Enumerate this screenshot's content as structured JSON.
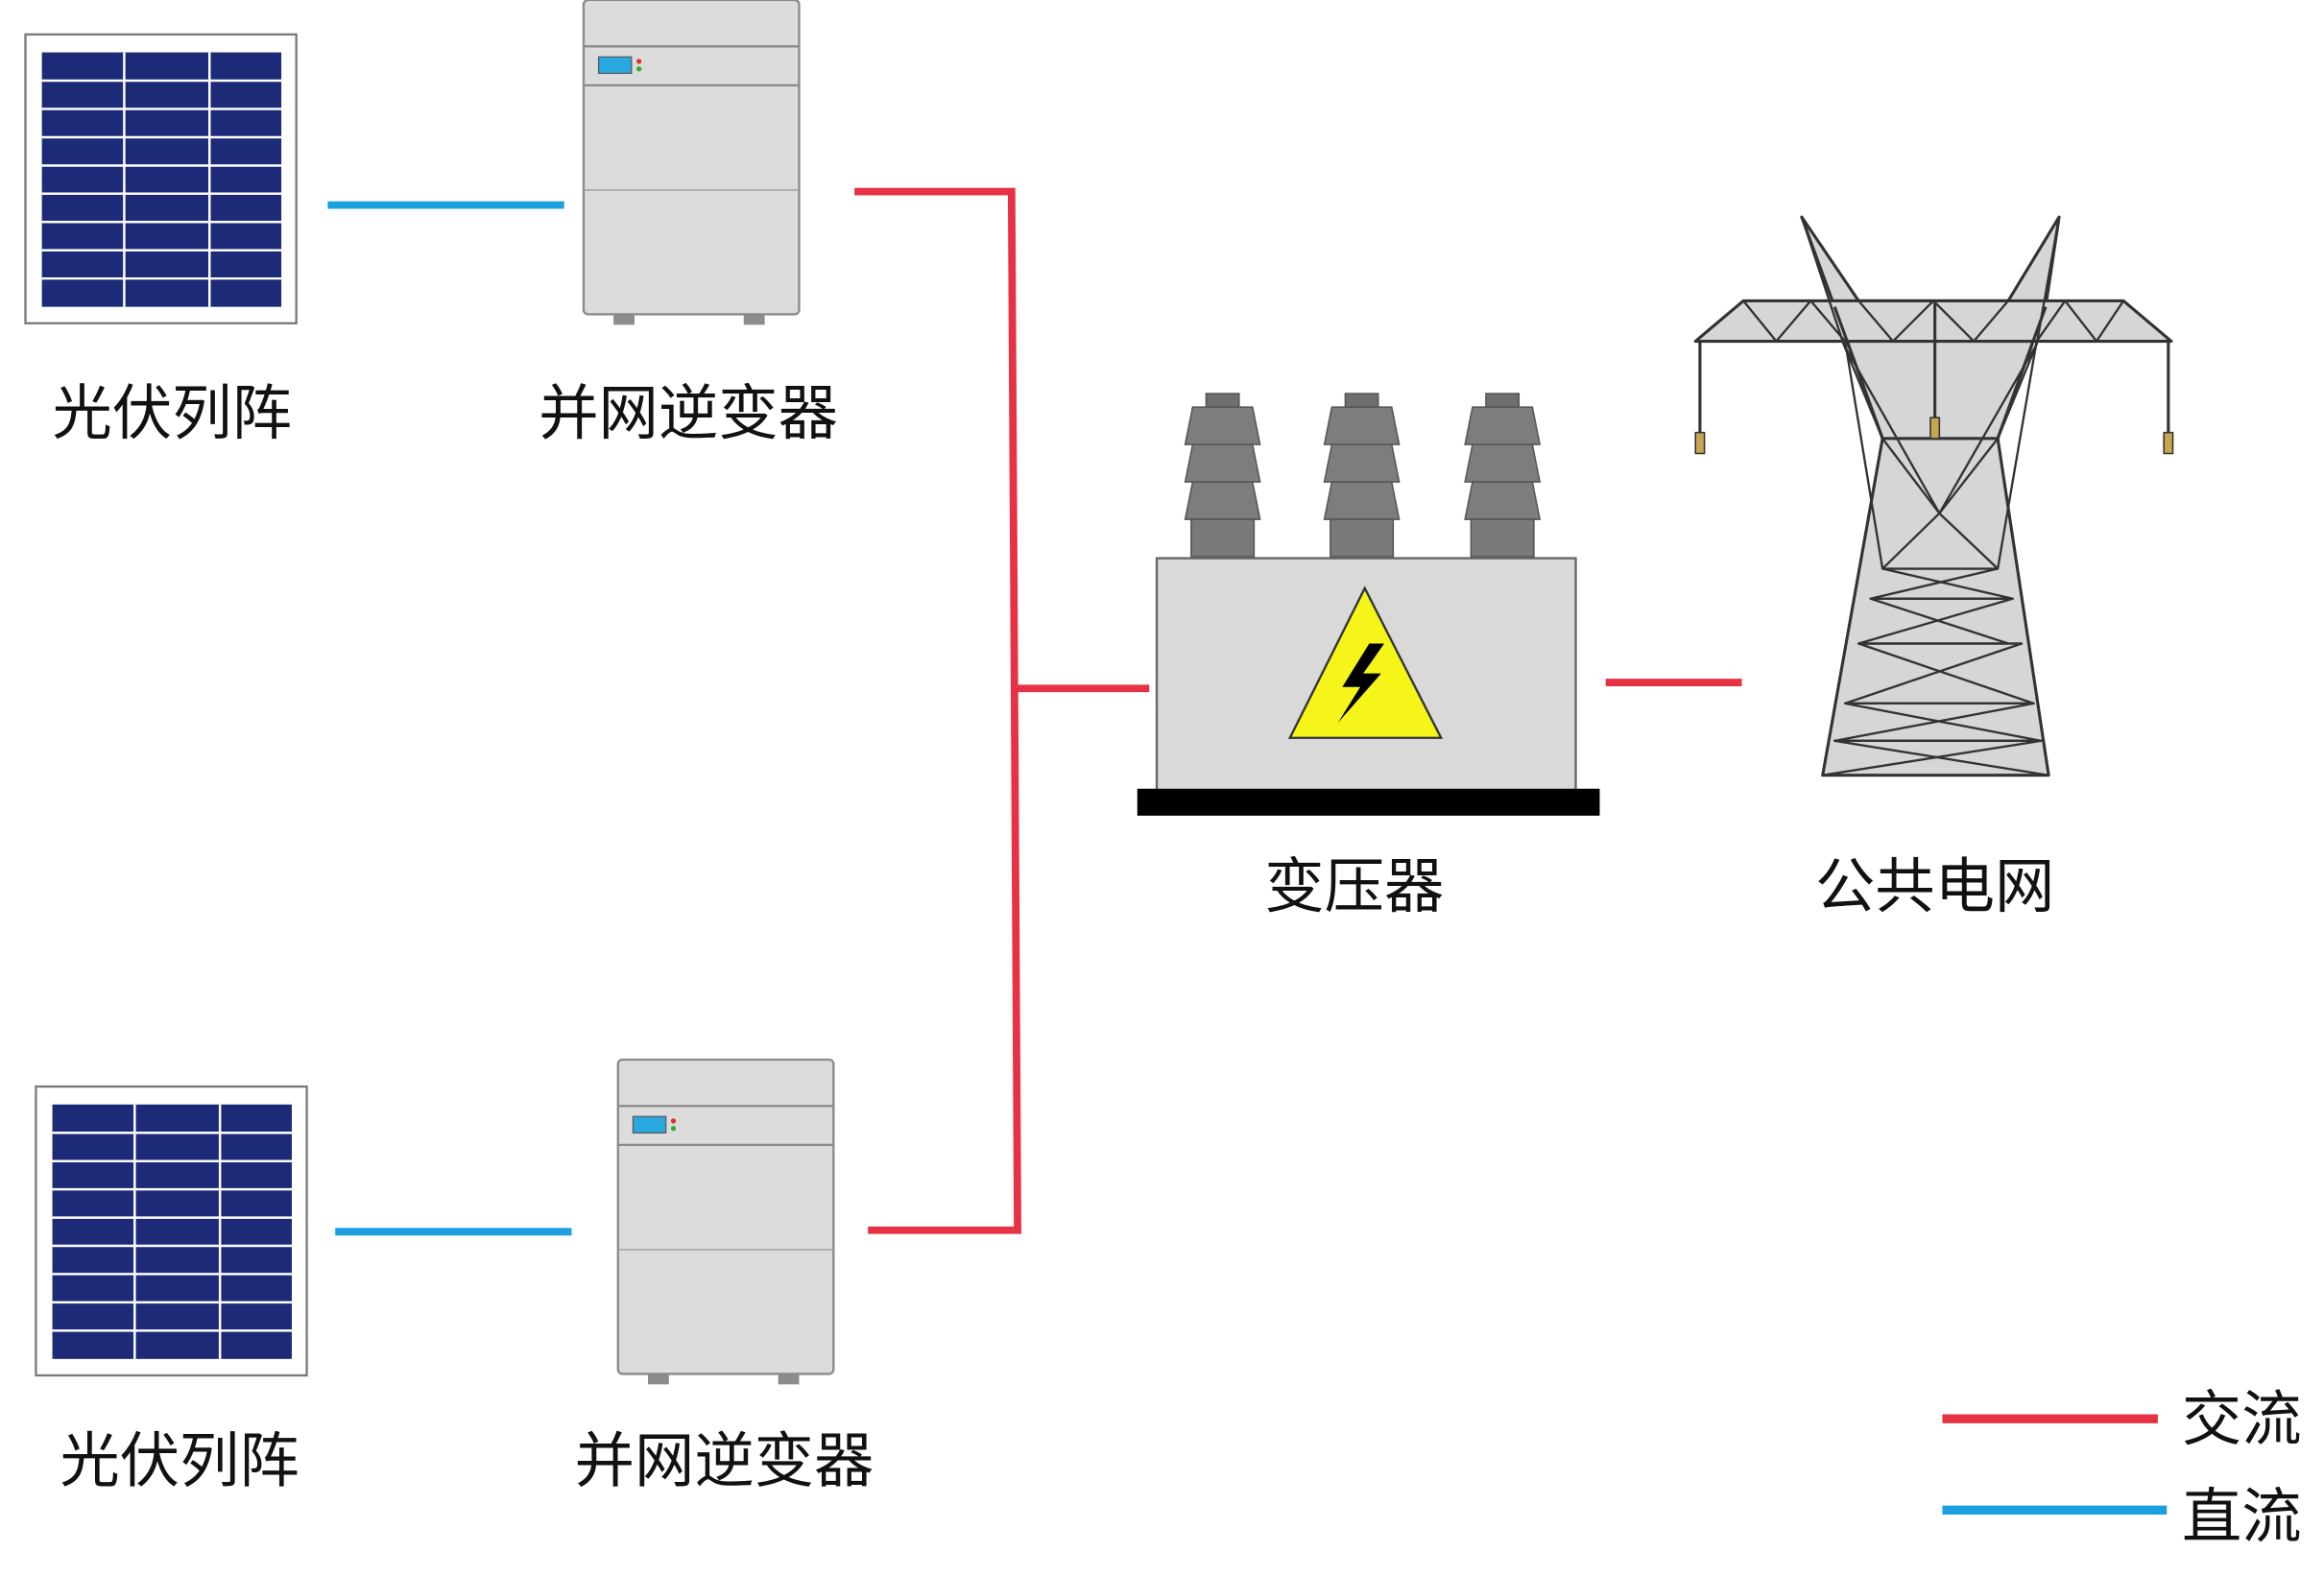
{
  "labels": {
    "pv_top": "光伏列阵",
    "inverter_top": "并网逆变器",
    "pv_bottom": "光伏列阵",
    "inverter_bottom": "并网逆变器",
    "transformer": "变压器",
    "grid": "公共电网"
  },
  "legend": {
    "ac": "交流",
    "dc": "直流"
  },
  "colors": {
    "ac": "#e63244",
    "dc": "#1a9fe0",
    "panel": "#1c2a78",
    "device_body": "#d9d9d9",
    "warning": "#f5f51a"
  }
}
